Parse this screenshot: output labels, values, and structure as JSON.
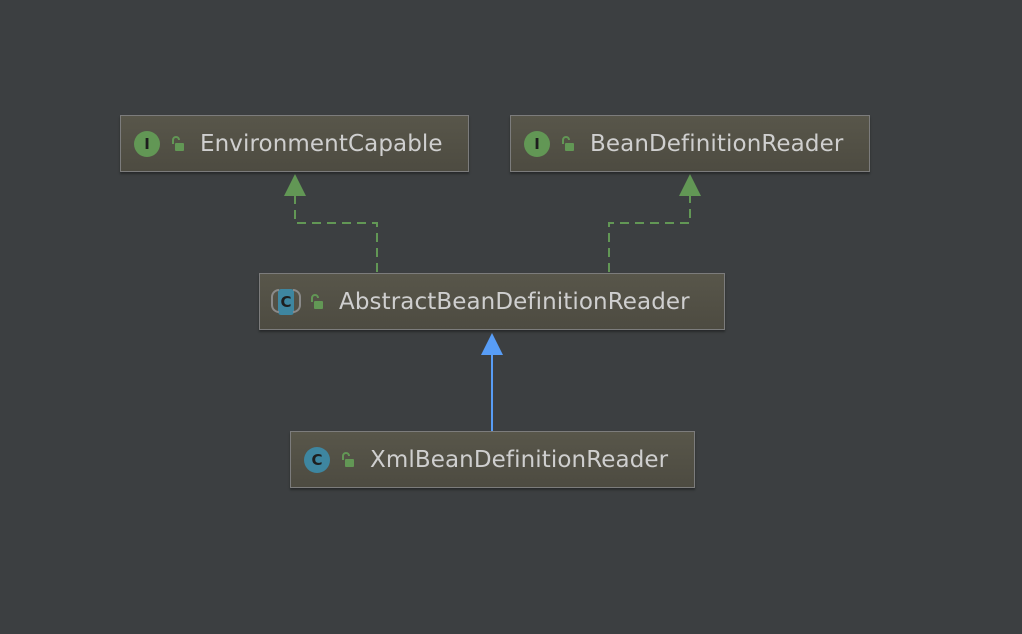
{
  "diagram": {
    "nodes": [
      {
        "id": "environment-capable",
        "label": "EnvironmentCapable",
        "kind": "interface",
        "kind_glyph": "I"
      },
      {
        "id": "bean-definition-reader",
        "label": "BeanDefinitionReader",
        "kind": "interface",
        "kind_glyph": "I"
      },
      {
        "id": "abstract-bean-definition-reader",
        "label": "AbstractBeanDefinitionReader",
        "kind": "abstract-class",
        "kind_glyph": "C"
      },
      {
        "id": "xml-bean-definition-reader",
        "label": "XmlBeanDefinitionReader",
        "kind": "class",
        "kind_glyph": "C"
      }
    ],
    "edges": [
      {
        "from": "abstract-bean-definition-reader",
        "to": "environment-capable",
        "type": "implements",
        "style": "dashed",
        "color": "#629755"
      },
      {
        "from": "abstract-bean-definition-reader",
        "to": "bean-definition-reader",
        "type": "implements",
        "style": "dashed",
        "color": "#629755"
      },
      {
        "from": "xml-bean-definition-reader",
        "to": "abstract-bean-definition-reader",
        "type": "extends",
        "style": "solid",
        "color": "#589df6"
      }
    ]
  },
  "colors": {
    "background": "#3c3f41",
    "interface_badge": "#629755",
    "class_badge": "#3e86a0",
    "implements_edge": "#629755",
    "extends_edge": "#589df6"
  }
}
